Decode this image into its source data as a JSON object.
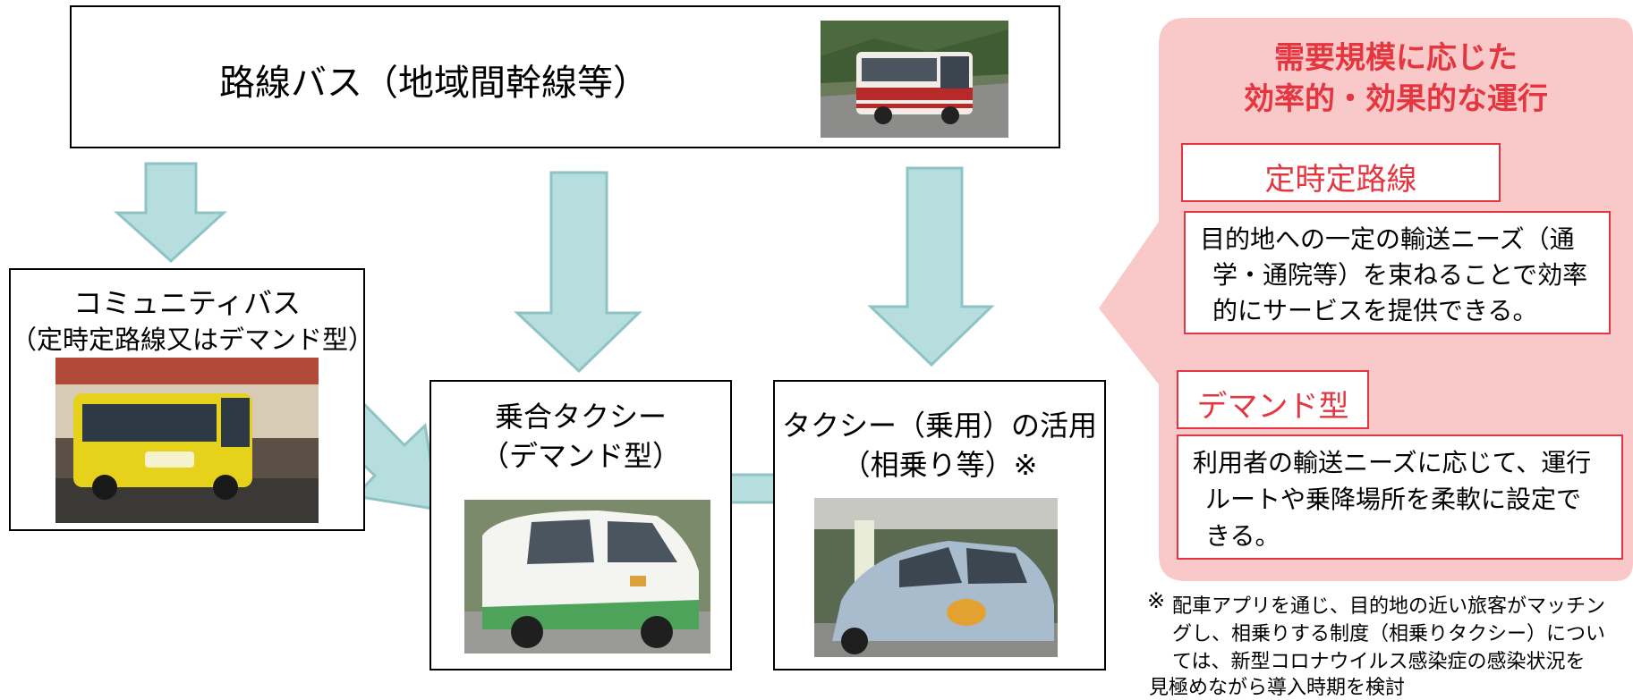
{
  "top": {
    "title": "路線バス（地域間幹線等）"
  },
  "community": {
    "line1": "コミュニティバス",
    "line2": "（定時定路線又はデマンド型）"
  },
  "shared_taxi": {
    "line1": "乗合タクシー",
    "line2": "（デマンド型）"
  },
  "taxi": {
    "line1": "タクシー（乗用）の活用",
    "line2": "（相乗り等）※"
  },
  "side": {
    "title_line1": "需要規模に応じた",
    "title_line2": "効率的・効果的な運行",
    "fixed_route": {
      "label": "定時定路線",
      "desc_line1": "目的地への一定の輸送ニーズ（通",
      "desc_line2": "学・通院等）を束ねることで効率",
      "desc_line3": "的にサービスを提供できる。"
    },
    "demand": {
      "label": "デマンド型",
      "desc_line1": "利用者の輸送ニーズに応じて、運行",
      "desc_line2": "ルートや乗降場所を柔軟に設定で",
      "desc_line3": "きる。"
    }
  },
  "note": {
    "mark": "※",
    "line1": "配車アプリを通じ、目的地の近い旅客がマッチン",
    "line2": "グし、相乗りする制度（相乗りタクシー）につい",
    "line3": "ては、新型コロナウイルス感染症の感染状況を",
    "line4": "見極めながら導入時期を検討"
  },
  "colors": {
    "arrow_fill": "#b7dedf",
    "arrow_stroke": "#8fc3c4",
    "panel_bg": "#f9c9c9",
    "accent_red": "#e5363f"
  }
}
